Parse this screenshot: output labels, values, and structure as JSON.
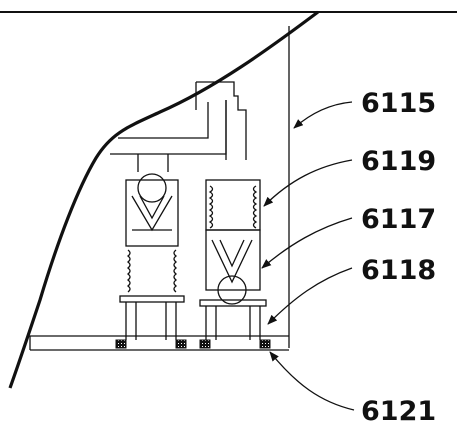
{
  "figure": {
    "callouts": [
      {
        "id": "housing",
        "label": "6115"
      },
      {
        "id": "spring",
        "label": "6119"
      },
      {
        "id": "valve",
        "label": "6117"
      },
      {
        "id": "seat",
        "label": "6118"
      },
      {
        "id": "seal",
        "label": "6121"
      }
    ]
  },
  "colors": {
    "line": "#111111",
    "background": "#ffffff"
  }
}
